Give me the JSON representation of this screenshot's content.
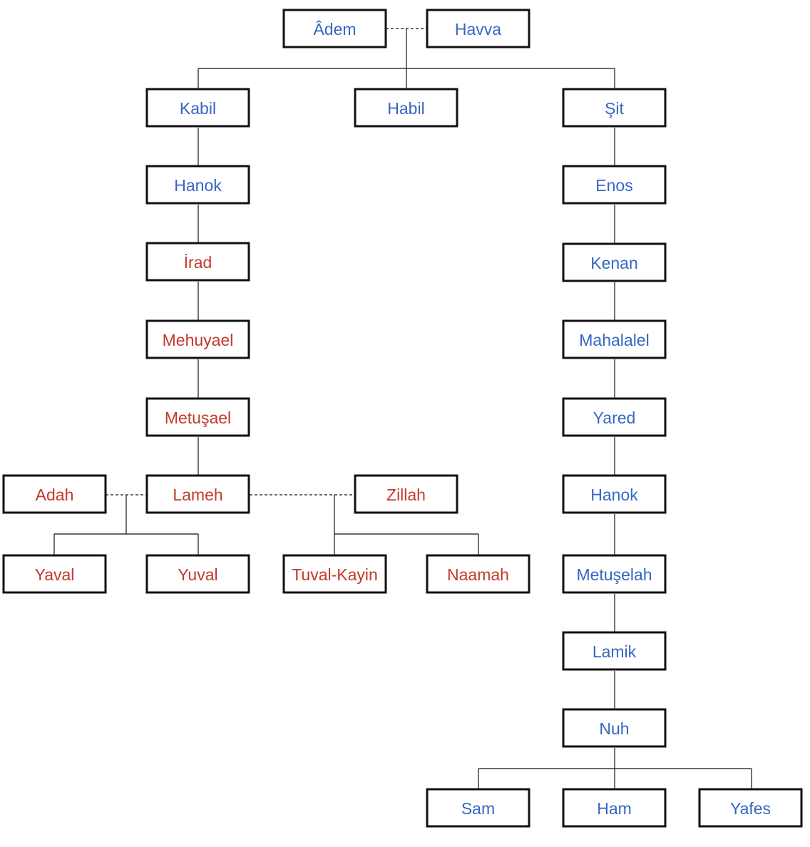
{
  "colors": {
    "male": "#3566c4",
    "female": "#c23a2b",
    "border": "#111111",
    "background": "#ffffff"
  },
  "people": {
    "adem": {
      "name": "Âdem",
      "color": "male"
    },
    "havva": {
      "name": "Havva",
      "color": "male"
    },
    "kabil": {
      "name": "Kabil",
      "color": "male"
    },
    "habil": {
      "name": "Habil",
      "color": "male"
    },
    "sit": {
      "name": "Şit",
      "color": "male"
    },
    "hanok1": {
      "name": "Hanok",
      "color": "male"
    },
    "irad": {
      "name": "İrad",
      "color": "female"
    },
    "mehuyael": {
      "name": "Mehuyael",
      "color": "female"
    },
    "metusael": {
      "name": "Metuşael",
      "color": "female"
    },
    "adah": {
      "name": "Adah",
      "color": "female"
    },
    "lameh": {
      "name": "Lameh",
      "color": "female"
    },
    "zillah": {
      "name": "Zillah",
      "color": "female"
    },
    "yaval": {
      "name": "Yaval",
      "color": "female"
    },
    "yuval": {
      "name": "Yuval",
      "color": "female"
    },
    "tuvalkayin": {
      "name": "Tuval-Kayin",
      "color": "female"
    },
    "naamah": {
      "name": "Naamah",
      "color": "female"
    },
    "enos": {
      "name": "Enos",
      "color": "male"
    },
    "kenan": {
      "name": "Kenan",
      "color": "male"
    },
    "mahalalel": {
      "name": "Mahalalel",
      "color": "male"
    },
    "yared": {
      "name": "Yared",
      "color": "male"
    },
    "hanok2": {
      "name": "Hanok",
      "color": "male"
    },
    "metuselah": {
      "name": "Metuşelah",
      "color": "male"
    },
    "lamik": {
      "name": "Lamik",
      "color": "male"
    },
    "nuh": {
      "name": "Nuh",
      "color": "male"
    },
    "sam": {
      "name": "Sam",
      "color": "male"
    },
    "ham": {
      "name": "Ham",
      "color": "male"
    },
    "yafes": {
      "name": "Yafes",
      "color": "male"
    }
  }
}
